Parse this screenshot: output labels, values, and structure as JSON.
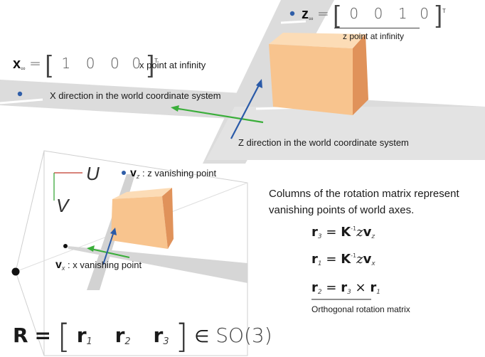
{
  "labels": {
    "x_point_infinity": "x point at infinity",
    "z_point_infinity": "z point at infinity",
    "x_direction": "X direction in the world coordinate system",
    "z_direction": "Z direction in the world coordinate system",
    "z_vanishing": ": z vanishing point",
    "x_vanishing": ": x vanishing point",
    "image_u": "U",
    "image_v": "V",
    "caption_line1": "Columns of the rotation matrix represent",
    "caption_line2": "vanishing points of world axes.",
    "orthogonal_caption": "Orthogonal rotation matrix"
  },
  "x_inf": {
    "symbol": "x",
    "sub": "∞",
    "values": [
      "1",
      "0",
      "0",
      "0"
    ],
    "sup": "T"
  },
  "z_inf": {
    "symbol": "z",
    "sub": "∞",
    "values": [
      "0",
      "0",
      "1",
      "0"
    ],
    "sup": "T"
  },
  "vz": {
    "symbol": "v",
    "sub": "z"
  },
  "vx": {
    "symbol": "v",
    "sub": "x"
  },
  "equations": {
    "r3": {
      "lhs": "r",
      "lhs_sub": "3",
      "eq": "=",
      "K": "K",
      "Kexp": "-1",
      "z": "z",
      "v": "v",
      "v_sub": "z"
    },
    "r1": {
      "lhs": "r",
      "lhs_sub": "1",
      "eq": "=",
      "K": "K",
      "Kexp": "-1",
      "z": "z",
      "v": "v",
      "v_sub": "x"
    },
    "r2": {
      "lhs": "r",
      "lhs_sub": "2",
      "eq": "=",
      "a": "r",
      "a_sub": "3",
      "op": "×",
      "b": "r",
      "b_sub": "1"
    }
  },
  "rotation": {
    "R": "R",
    "eq": "=",
    "r1": "r",
    "r1_sub": "1",
    "r2": "r",
    "r2_sub": "2",
    "r3": "r",
    "r3_sub": "3",
    "member": "∈",
    "group": "SO(3)"
  },
  "colors": {
    "green_arrow": "#3aae3a",
    "blue_arrow": "#2a5aa8",
    "road": "#d9d9d9",
    "box_front": "#f8c48e",
    "box_side": "#e0925a",
    "box_top": "#fcdcb6",
    "dot_blue": "#2f5ea8",
    "axis_red": "#c0392b",
    "axis_green": "#3aa83a"
  }
}
